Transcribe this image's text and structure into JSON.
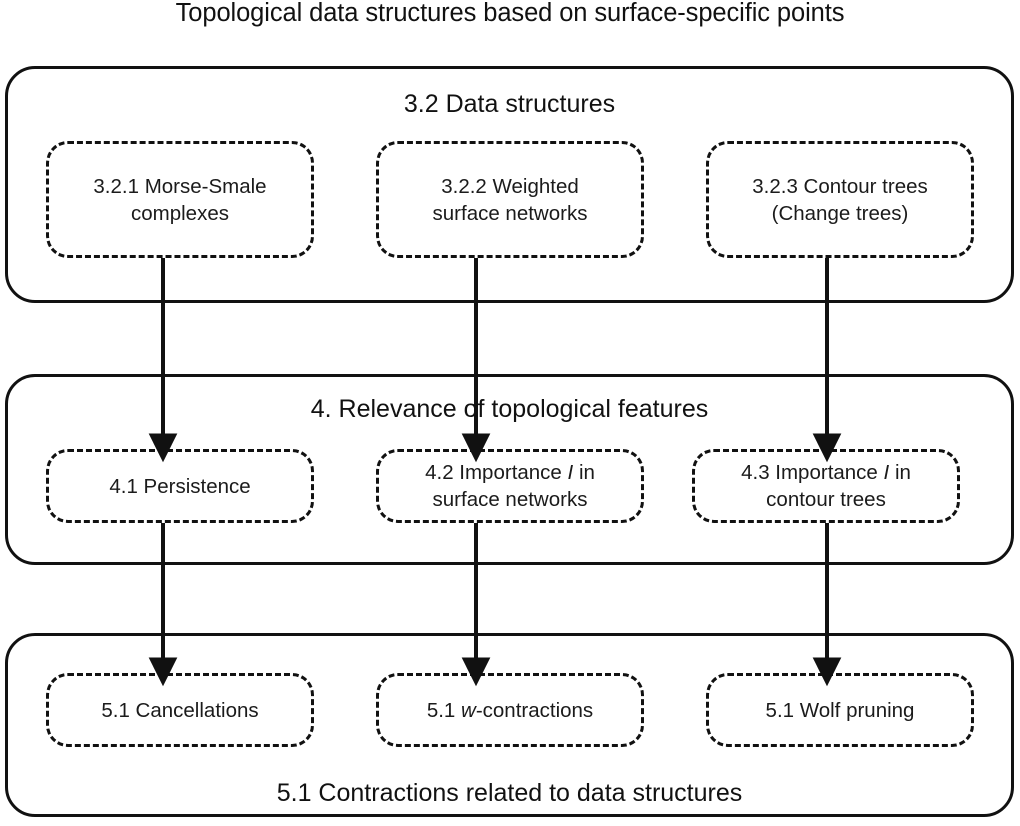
{
  "title": "Topological data structures based on surface-specific points",
  "groups": [
    {
      "id": "data-structures",
      "heading": "3.2 Data structures",
      "heading_position": "top",
      "nodes": [
        {
          "id": "morse-smale-complexes",
          "label": "3.2.1 Morse-Smale\ncomplexes"
        },
        {
          "id": "weighted-surface-networks",
          "label": "3.2.2 Weighted\nsurface networks"
        },
        {
          "id": "contour-trees",
          "label": "3.2.3 Contour trees\n(Change trees)"
        }
      ]
    },
    {
      "id": "relevance-topological-features",
      "heading": "4. Relevance of topological features",
      "heading_position": "top",
      "nodes": [
        {
          "id": "persistence",
          "label": "4.1 Persistence"
        },
        {
          "id": "importance-surface-networks",
          "label_pre": "4.2 Importance ",
          "label_italic": "I",
          "label_post": " in\nsurface networks"
        },
        {
          "id": "importance-contour-trees",
          "label_pre": "4.3 Importance ",
          "label_italic": "I",
          "label_post": " in\ncontour trees"
        }
      ]
    },
    {
      "id": "contractions-related-to-data-structures",
      "heading": "5.1 Contractions related to data structures",
      "heading_position": "bottom",
      "nodes": [
        {
          "id": "cancellations",
          "label": "5.1 Cancellations"
        },
        {
          "id": "w-contractions",
          "label_pre": "5.1 ",
          "label_italic": "w",
          "label_post": "-contractions"
        },
        {
          "id": "wolf-pruning",
          "label": "5.1 Wolf pruning"
        }
      ]
    }
  ],
  "connections": [
    {
      "id": "arrow-morse-smale-to-persistence",
      "from": "morse-smale-complexes",
      "to": "persistence"
    },
    {
      "id": "arrow-weighted-networks-to-importance-surface",
      "from": "weighted-surface-networks",
      "to": "importance-surface-networks"
    },
    {
      "id": "arrow-contour-trees-to-importance-contour",
      "from": "contour-trees",
      "to": "importance-contour-trees"
    },
    {
      "id": "arrow-persistence-to-cancellations",
      "from": "persistence",
      "to": "cancellations"
    },
    {
      "id": "arrow-importance-surface-to-w-contractions",
      "from": "importance-surface-networks",
      "to": "w-contractions"
    },
    {
      "id": "arrow-importance-contour-to-wolf-pruning",
      "from": "importance-contour-trees",
      "to": "wolf-pruning"
    }
  ],
  "colors": {
    "stroke": "#111111",
    "text": "#1a1a1a",
    "background": "#ffffff"
  }
}
